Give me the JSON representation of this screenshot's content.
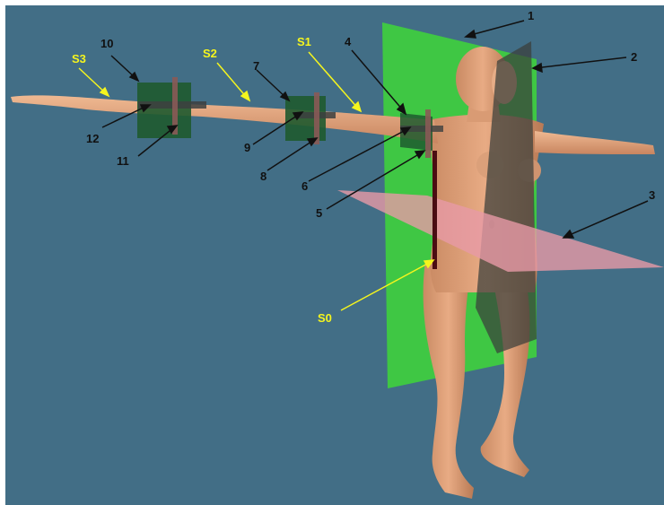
{
  "background_color": "#426e86",
  "sensor_labels": [
    "S0",
    "S1",
    "S2",
    "S3"
  ],
  "number_labels": [
    "1",
    "2",
    "3",
    "4",
    "5",
    "6",
    "7",
    "8",
    "9",
    "10",
    "11",
    "12"
  ],
  "colors": {
    "sensor_label": "#f5f51e",
    "number_label": "#111111",
    "plane_green": "#3fce3f",
    "plane_pink": "#e79aa6",
    "plane_dark": "#3a3f3a",
    "skin": "#e4a37b",
    "segment_bar": "#4a0d12"
  }
}
